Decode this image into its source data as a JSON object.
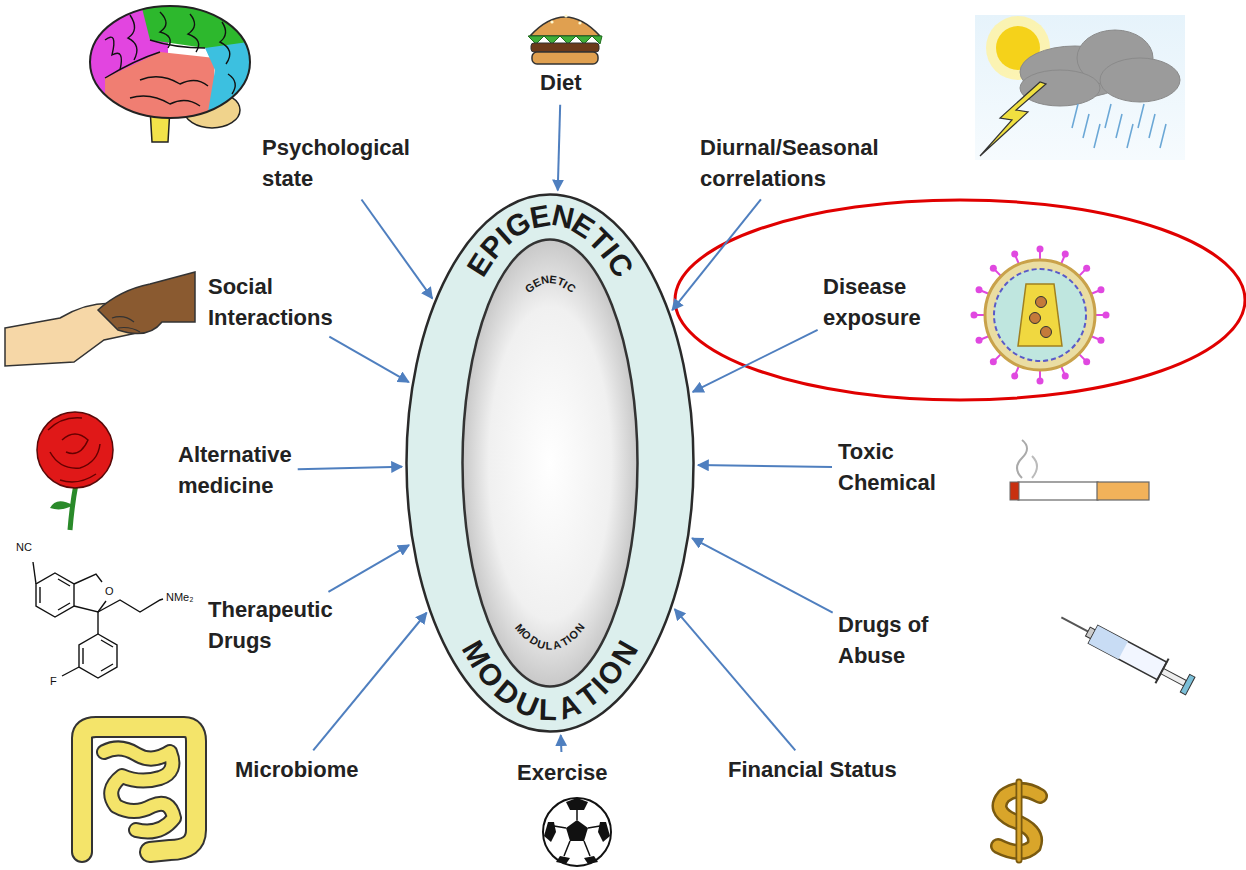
{
  "diagram": {
    "nodes": [
      {
        "text": [
          "Diet"
        ]
      },
      {
        "text": [
          "Psychological state"
        ]
      },
      {
        "text": [
          "Diurnal/Seasonal correlations"
        ]
      },
      {
        "text": [
          "EPIGENETIC",
          "MODULATION"
        ]
      },
      {
        "text": [
          "GENETIC",
          "MODULATION"
        ],
        "in": 3
      },
      {
        "text": [
          "Social Interactions"
        ]
      },
      {
        "text": [
          "Disease exposure"
        ]
      },
      {
        "text": [
          "Alternative medicine"
        ]
      },
      {
        "text": [
          "Toxic Chemical"
        ]
      },
      {
        "text": [
          "Therapeutic Drugs"
        ]
      },
      {
        "text": [
          "Drugs of Abuse"
        ]
      },
      {
        "text": [
          "Microbiome"
        ]
      },
      {
        "text": [
          "Exercise"
        ]
      },
      {
        "text": [
          "Financial Status"
        ]
      }
    ],
    "edges": [
      {
        "from": 0,
        "to": 3,
        "arrow": "to"
      },
      {
        "from": 1,
        "to": 3,
        "arrow": "to"
      },
      {
        "from": 2,
        "to": 3,
        "arrow": "to"
      },
      {
        "from": 5,
        "to": 3,
        "arrow": "to"
      },
      {
        "from": 6,
        "to": 3,
        "arrow": "to"
      },
      {
        "from": 7,
        "to": 3,
        "arrow": "to"
      },
      {
        "from": 8,
        "to": 3,
        "arrow": "to"
      },
      {
        "from": 9,
        "to": 3,
        "arrow": "to"
      },
      {
        "from": 10,
        "to": 3,
        "arrow": "to"
      },
      {
        "from": 11,
        "to": 3,
        "arrow": "to"
      },
      {
        "from": 12,
        "to": 3,
        "arrow": "to"
      },
      {
        "from": 13,
        "to": 3,
        "arrow": "to"
      }
    ],
    "labels": [
      "NC",
      "O",
      "NMe₂",
      "F"
    ]
  }
}
